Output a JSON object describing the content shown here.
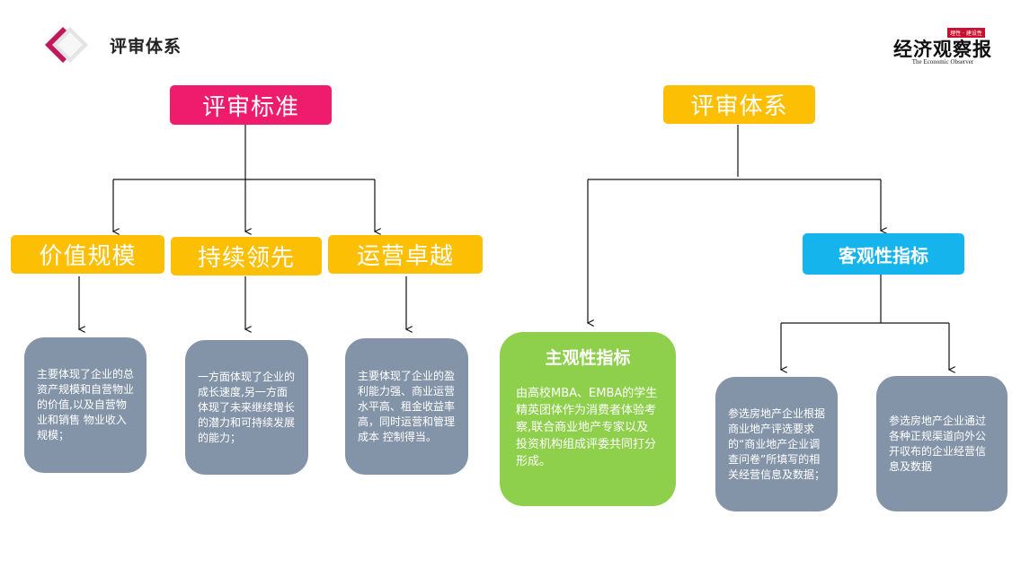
{
  "header": {
    "title": "评审体系",
    "brand_tag": "理性 · 建设性",
    "brand_name": "经济观察报",
    "brand_en": "The Economic Observer"
  },
  "left_tree": {
    "root": "评审标准",
    "branches": [
      {
        "label": "价值规模",
        "desc": "主要体现了企业的总资产规模和自营物业的价值,以及自营物业和销售 物业收入规模；"
      },
      {
        "label": "持续领先",
        "desc": "一方面体现了企业的成长速度,另一方面体现了未来继续增长的潜力和可持续发展的能力；"
      },
      {
        "label": "运营卓越",
        "desc": "主要体现了企业的盈利能力强、商业运营水平高、租金收益率高，同时运营和管理成本 控制得当。"
      }
    ]
  },
  "right_tree": {
    "root": "评审体系",
    "subjective": {
      "label": "主观性指标",
      "desc": "由高校MBA、EMBA的学生精英团体作为消费者体验考察,联合商业地产专家以及投资机构组成评委共同打分形成。"
    },
    "objective": {
      "label": "客观性指标",
      "items": [
        {
          "desc": "参选房地产企业根据商业地产评选要求的“商业地产企业调查问卷”所填写的相关经营信息及数据；"
        },
        {
          "desc": "参选房地产企业通过各种正规渠道向外公开収布的企业经营信息及数据"
        }
      ]
    }
  },
  "colors": {
    "pink": "#ef1c6e",
    "yellow": "#fcbf04",
    "cyan": "#16b4ec",
    "green": "#8ed04c",
    "card_gray": "#8494a8"
  }
}
